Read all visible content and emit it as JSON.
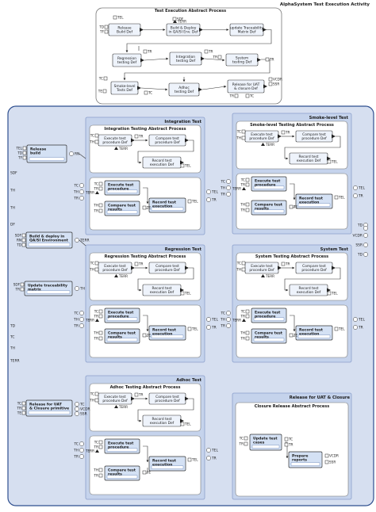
{
  "title": "AlphaSystem Test Execution Activity",
  "colors": {
    "outer_fill": "#d6dff0",
    "outer_stroke": "#2f4f8f",
    "group_fill": "#c5d3ec",
    "panel_fill": "#ffffff",
    "process_fill": "#d4e1f4",
    "field_fill": "#eef3fb",
    "ink": "#1a1a1a",
    "line": "#333333"
  },
  "top": {
    "title": "Test Execution Abstract Process",
    "nodes": [
      {
        "label": "Release\nBuild Def"
      },
      {
        "label": "Build & Deploy\nin QA/SI Env. Def"
      },
      {
        "label": "update Traceability\nMatrix Def"
      },
      {
        "label": "Regression\ntesting Def"
      },
      {
        "label": "Integration\ntesting Def"
      },
      {
        "label": "System\ntesting Def"
      },
      {
        "label": "Smoke-level\nTests Def"
      },
      {
        "label": "Adhoc\ntesting Def"
      },
      {
        "label": "Release for UAT\n& closure Def"
      }
    ],
    "pins": [
      "TEL",
      "SDF",
      "TERR",
      "TD",
      "TF",
      "TR",
      "TR",
      "TR",
      "TR",
      "TC",
      "VCDR",
      "SSR",
      "TE",
      "TC",
      "TR",
      "TC"
    ]
  },
  "left_ports": [
    "SDF",
    "TH",
    "TH",
    "DF",
    "TD",
    "TC",
    "TH",
    "TERR"
  ],
  "right_ports": [
    "TD",
    "VCDR",
    "SSR",
    "TD"
  ],
  "left_items": [
    {
      "label": "Release\nbuild",
      "pins": [
        "TEL",
        "TD",
        "TF"
      ],
      "out": "RN"
    },
    {
      "label": "Build & deploy in\nQA/SI Environment",
      "pins": [
        "SDF",
        "RN",
        "TD"
      ],
      "out": "TERR"
    },
    {
      "label": "Update traceability\nmatrix",
      "pins": [
        "SDF",
        "TR"
      ],
      "out": "TH"
    }
  ],
  "groups": [
    {
      "name": "Integration Test",
      "abstract": "Integration Testing Abstract Process"
    },
    {
      "name": "Smoke-level Test",
      "abstract": "Smoke-level Testing Abstract Process"
    },
    {
      "name": "Regression Test",
      "abstract": "Regression Testing Abstract Process"
    },
    {
      "name": "System Test",
      "abstract": "System Testing Abstract Process"
    },
    {
      "name": "Adhoc Test",
      "abstract": "Adhoc Testing Abstract Process"
    }
  ],
  "def_labels": {
    "execute": "Execute test\nprocedure Def",
    "compare": "Compare test\nprocedure Def",
    "record": "Record test\nexecution Def"
  },
  "exec_labels": {
    "execute": "Execute test\nprocedure",
    "compare": "Compare test\nresults",
    "record": "Record test\nexecution"
  },
  "pin_labels": {
    "tc": "TC",
    "th": "TH",
    "tr": "TR",
    "terr": "TERR",
    "tel": "TEL",
    "te": "TE"
  },
  "release": {
    "name": "Release for UAT & Closure",
    "abstract": "Closure Release Abstract Process",
    "left_item": {
      "label": "Release for UAT\n& Closure primitive",
      "pins": [
        "TC",
        "TR",
        "TE"
      ],
      "out_pins": [
        "TC",
        "VCDR",
        "SSR"
      ]
    },
    "nodes": [
      {
        "label": "Update test\ncases"
      },
      {
        "label": "Prepare\nreports"
      }
    ],
    "pins": [
      "TC",
      "TR",
      "TC",
      "TR",
      "VCDR",
      "SSR"
    ]
  }
}
